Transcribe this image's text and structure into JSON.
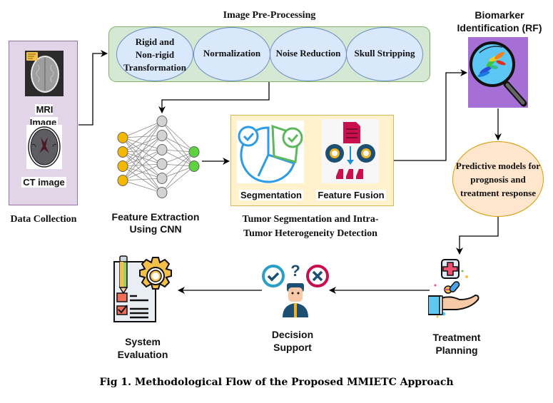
{
  "figure": {
    "caption": "Fig 1. Methodological Flow of the Proposed MMIETC Approach"
  },
  "data_collection": {
    "title": "Data Collection",
    "mri_label": "MRI Image",
    "ct_label": "CT image",
    "box_color": "#e1d5e7",
    "box_border": "#9673a6"
  },
  "preprocessing": {
    "title": "Image Pre-Processing",
    "box_color": "#d5e8d4",
    "box_border": "#82b366",
    "ellipse_color": "#dae8fc",
    "ellipse_border": "#6c8ebf",
    "steps": [
      {
        "line1": "Rigid and",
        "line2": "Non-rigid",
        "line3": "Transformation"
      },
      {
        "line1": "Normalization"
      },
      {
        "line1": "Noise Reduction"
      },
      {
        "line1": "Skull Stripping"
      }
    ]
  },
  "feature_extraction": {
    "line1": "Feature Extraction",
    "line2": "Using CNN",
    "input_node_color": "#f5b800",
    "hidden_node_color": "#d3d3d3",
    "output_node_color": "#5fd33f"
  },
  "segmentation": {
    "box_color": "#fff2cc",
    "box_border": "#d6b656",
    "seg_label": "Segmentation",
    "fusion_label": "Feature Fusion",
    "caption_line1": "Tumor Segmentation and Intra-",
    "caption_line2": "Tumor Heterogeneity Detection"
  },
  "biomarker": {
    "line1": "Biomarker",
    "line2": "Identification (RF)",
    "box_color": "#a56fd6"
  },
  "predictive": {
    "line1": "Predictive models for",
    "line2": "prognosis and",
    "line3": "treatment response",
    "fill": "#ffe6cc",
    "border": "#d79b00"
  },
  "treatment": {
    "line1": "Treatment",
    "line2": "Planning"
  },
  "decision": {
    "line1": "Decision",
    "line2": "Support"
  },
  "evaluation": {
    "line1": "System",
    "line2": "Evaluation"
  }
}
